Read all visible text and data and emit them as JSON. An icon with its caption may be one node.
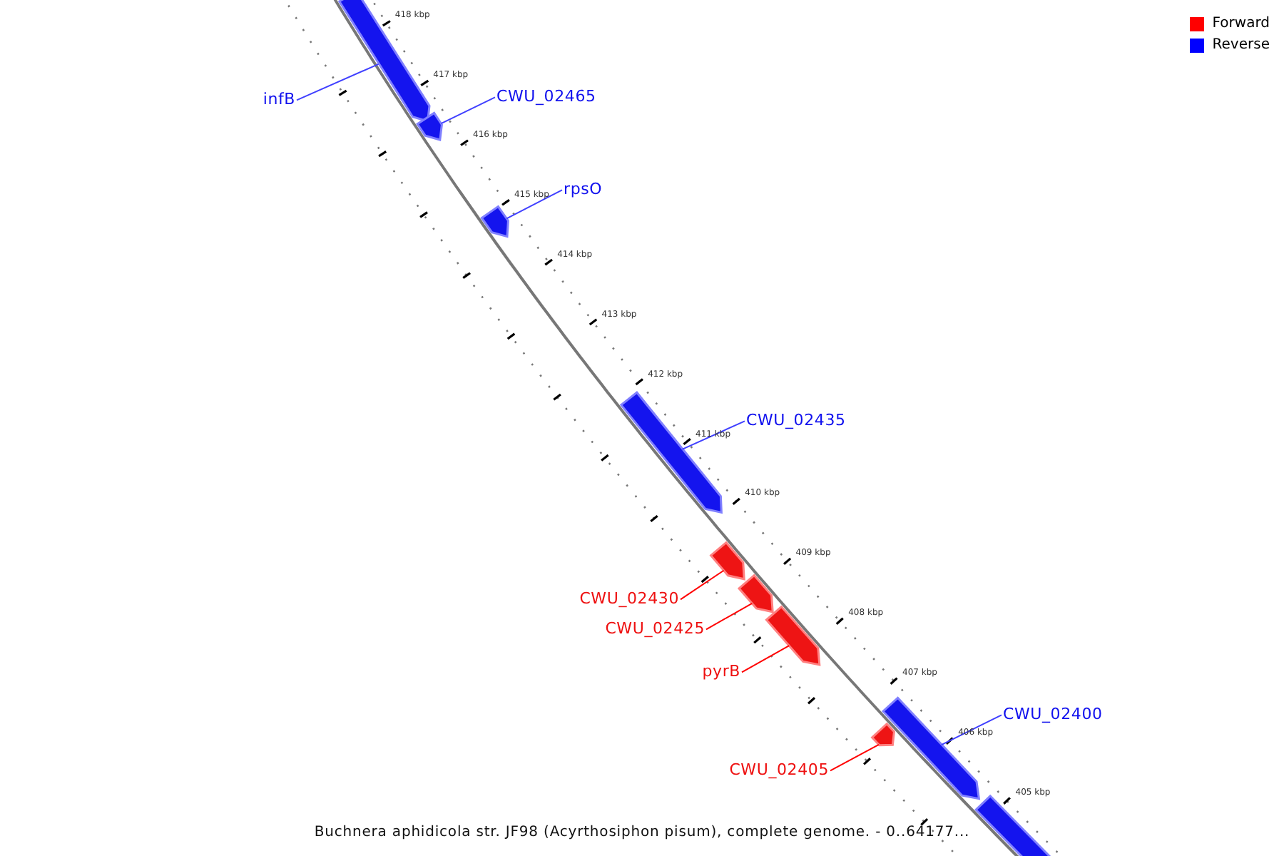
{
  "diagram": {
    "caption": "Buchnera aphidicola str. JF98 (Acyrthosiphon pisum), complete genome. - 0..64177...",
    "nodes": [
      {
        "text": [
          "infB"
        ]
      },
      {
        "text": [
          "CWU_02465"
        ]
      },
      {
        "text": [
          "rpsO"
        ]
      },
      {
        "text": [
          "CWU_02435"
        ]
      },
      {
        "text": [
          "CWU_02430"
        ]
      },
      {
        "text": [
          "CWU_02425"
        ]
      },
      {
        "text": [
          "pyrB"
        ]
      },
      {
        "text": [
          "CWU_02405"
        ]
      },
      {
        "text": [
          "CWU_02400"
        ]
      },
      {
        "text": [],
        "shape": "arrow"
      },
      {
        "text": [],
        "shape": "arrow"
      },
      {
        "text": [],
        "shape": "arrow"
      },
      {
        "text": [],
        "shape": "arrow"
      },
      {
        "text": [],
        "shape": "arrow"
      },
      {
        "text": [],
        "shape": "arrow"
      },
      {
        "text": [],
        "shape": "arrow"
      },
      {
        "text": [],
        "shape": "arrow"
      },
      {
        "text": [],
        "shape": "arrow"
      },
      {
        "text": [],
        "shape": "arrow"
      }
    ],
    "edges": [
      {
        "from": 0,
        "to": 9,
        "arrow": "none"
      },
      {
        "from": 1,
        "to": 10,
        "arrow": "none"
      },
      {
        "from": 2,
        "to": 11,
        "arrow": "none"
      },
      {
        "from": 3,
        "to": 12,
        "arrow": "none"
      },
      {
        "from": 4,
        "to": 13,
        "arrow": "none",
        "color": "#ff0000"
      },
      {
        "from": 5,
        "to": 14,
        "arrow": "none",
        "color": "#ff0000"
      },
      {
        "from": 6,
        "to": 15,
        "arrow": "none",
        "color": "#ff0000"
      },
      {
        "from": 7,
        "to": 16,
        "arrow": "none",
        "color": "#ff0000"
      },
      {
        "from": 8,
        "to": 17,
        "arrow": "none"
      }
    ],
    "labels": [
      "418 kbp",
      "417 kbp",
      "416 kbp",
      "415 kbp",
      "414 kbp",
      "413 kbp",
      "412 kbp",
      "411 kbp",
      "410 kbp",
      "409 kbp",
      "408 kbp",
      "407 kbp",
      "406 kbp",
      "405 kbp"
    ],
    "legend": [
      {
        "text": "Forward",
        "color": "#ff0000"
      },
      {
        "text": "Reverse",
        "color": "#0000ff"
      }
    ]
  }
}
